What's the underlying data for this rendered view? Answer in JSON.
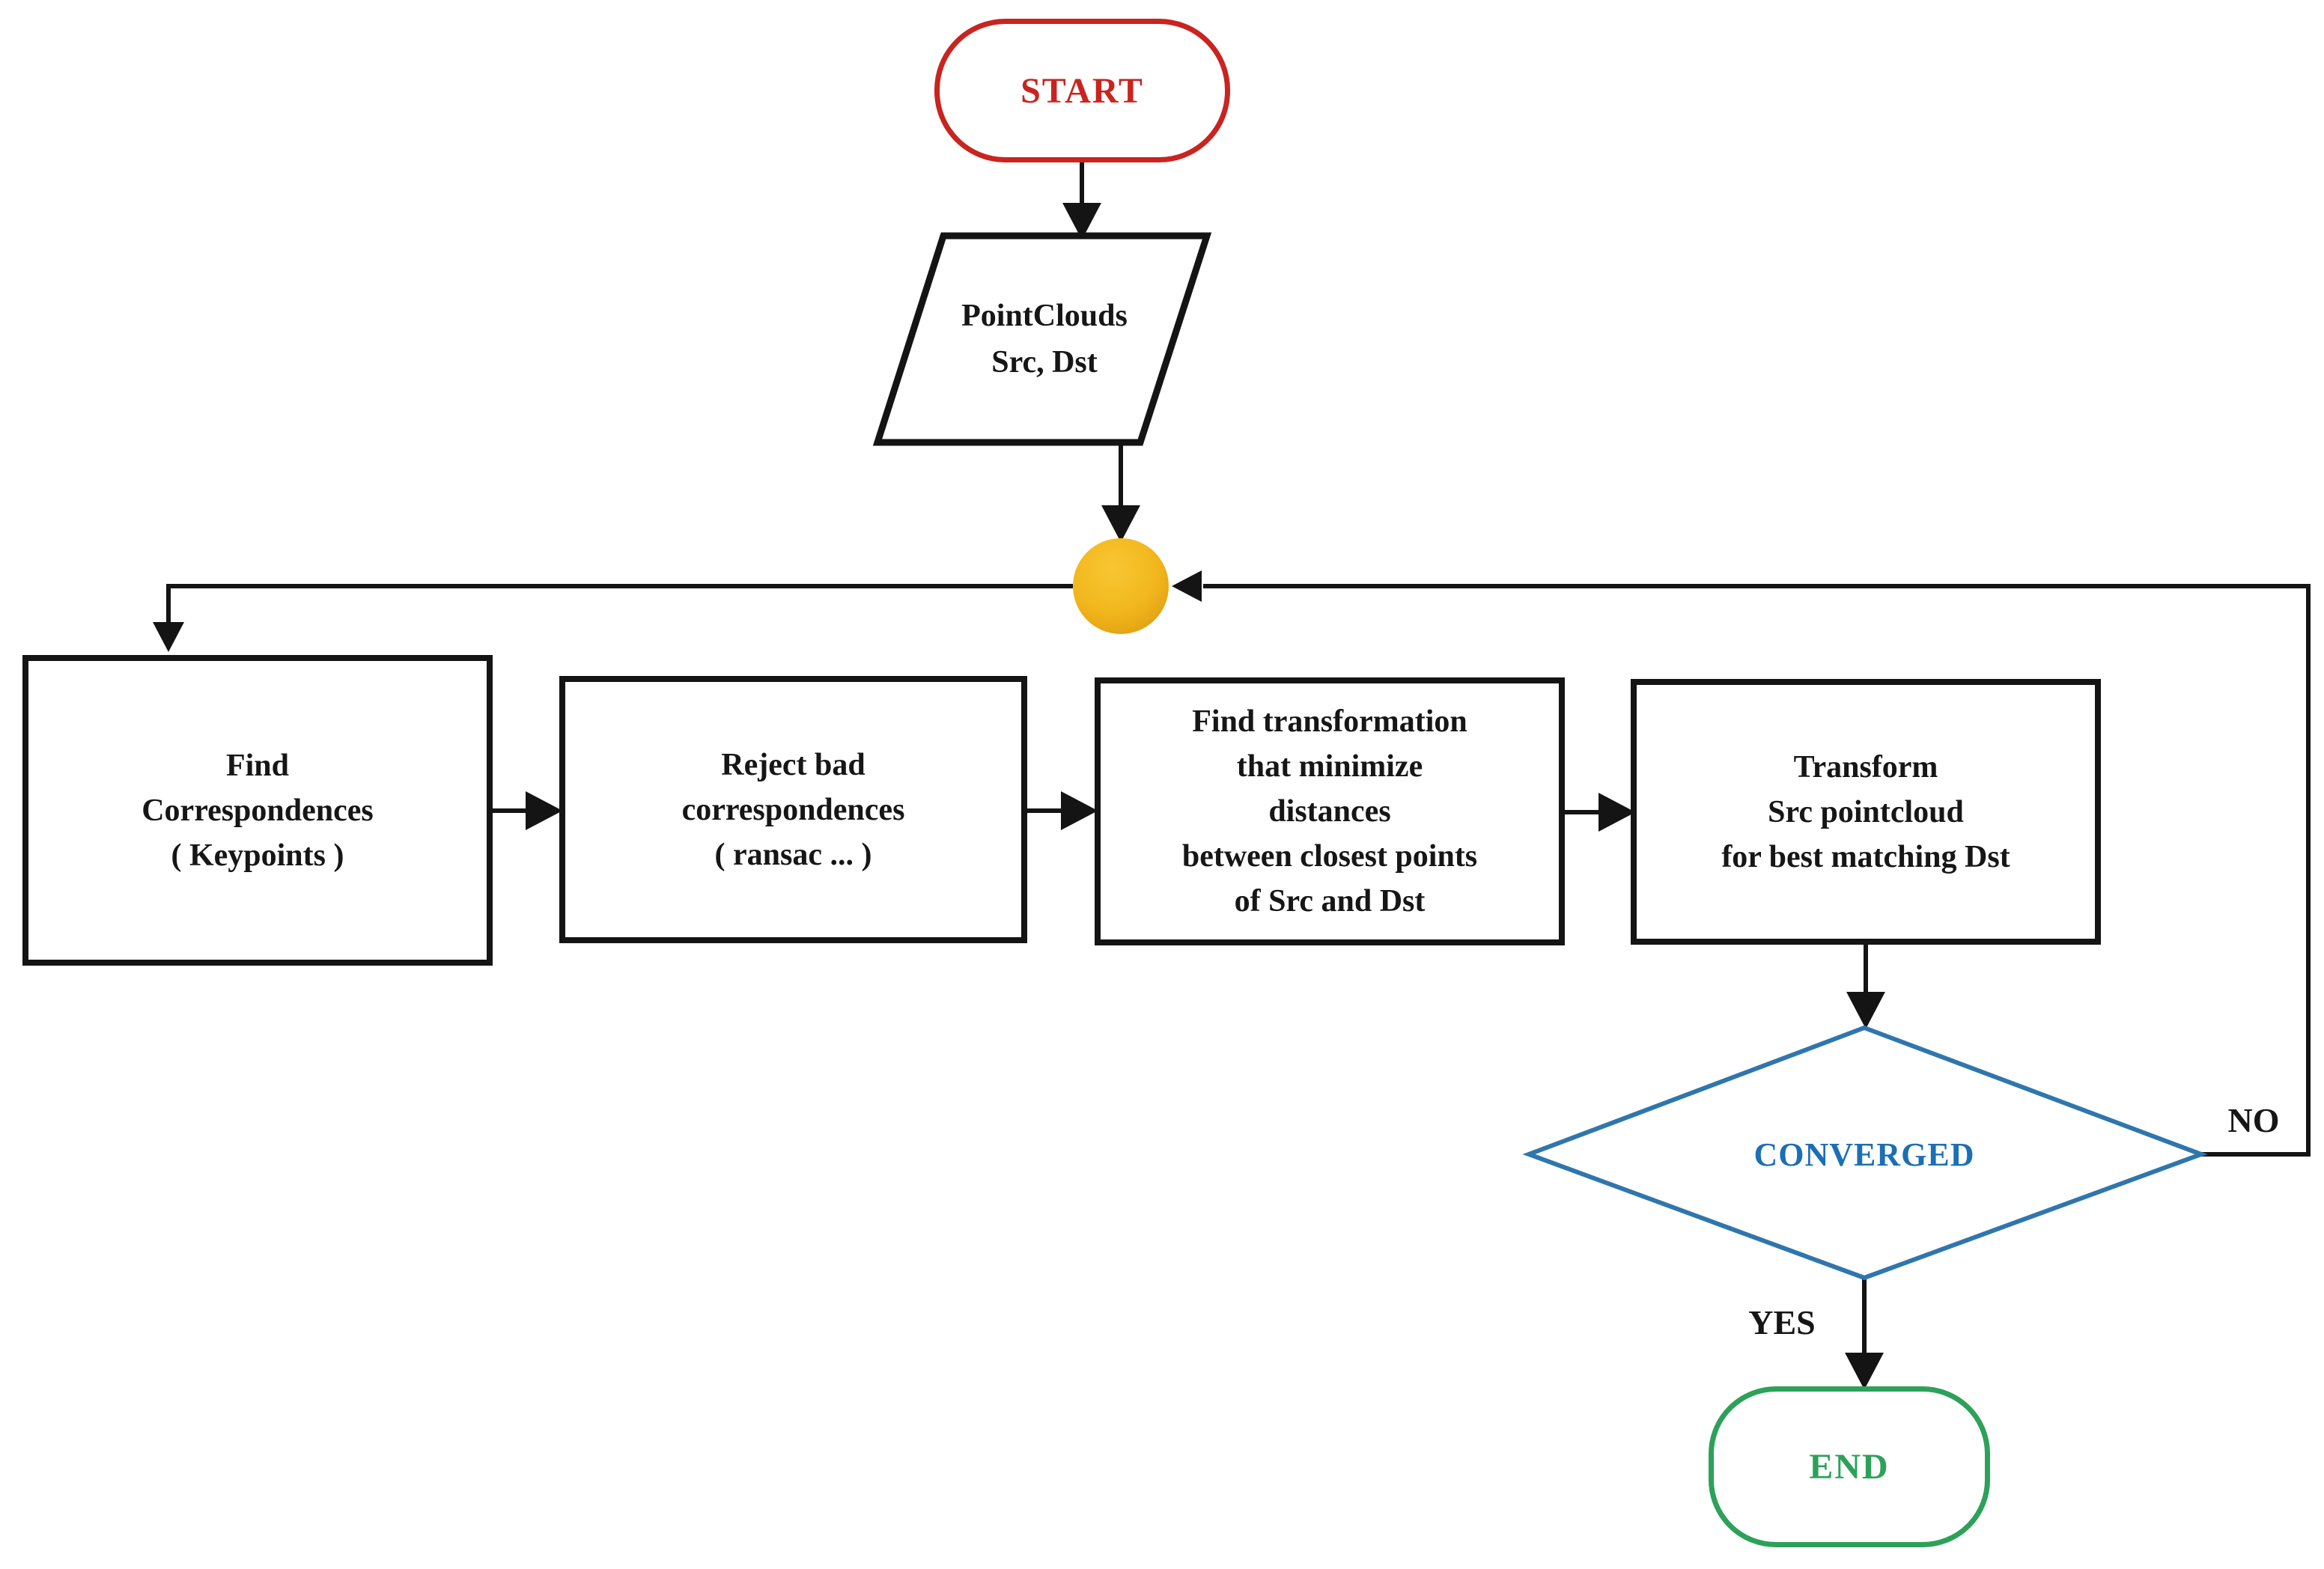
{
  "diagram": {
    "nodes": {
      "start": {
        "label": "START",
        "color": "#c9241f"
      },
      "pointclouds": {
        "label": "PointClouds\nSrc, Dst"
      },
      "find_correspondences": {
        "label": "Find\nCorrespondences\n( Keypoints )"
      },
      "reject_bad": {
        "label": "Reject bad\ncorrespondences\n( ransac ... )"
      },
      "find_transformation": {
        "label": "Find transformation\nthat minimize\ndistances\nbetween closest points\nof Src and Dst"
      },
      "transform_src": {
        "label": "Transform\nSrc pointcloud\nfor best matching Dst"
      },
      "converged": {
        "label": "CONVERGED",
        "color": "#1c6fb4"
      },
      "end": {
        "label": "END",
        "color": "#2da15a"
      }
    },
    "edge_labels": {
      "no": "NO",
      "yes": "YES"
    },
    "colors": {
      "connector": "#141414",
      "junction_fill": "#f2b71d",
      "decision_border": "#2f76ad",
      "start_red": "#c9241f",
      "end_green": "#2da15a"
    }
  }
}
